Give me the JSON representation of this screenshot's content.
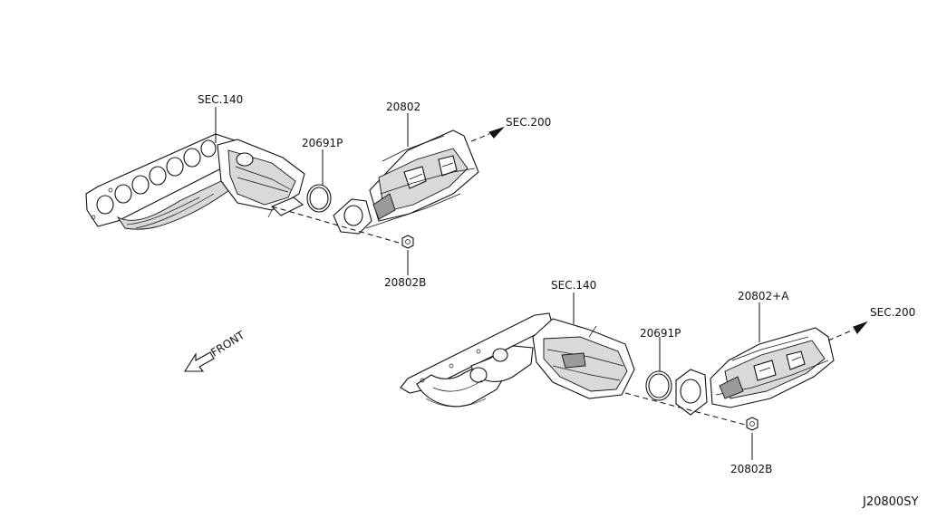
{
  "labels": {
    "upper": {
      "sec140": "SEC.140",
      "gasket": "20691P",
      "converter": "20802",
      "sec200": "SEC.200",
      "nut": "20802B"
    },
    "lower": {
      "sec140": "SEC.140",
      "gasket": "20691P",
      "converter": "20802+A",
      "sec200": "SEC.200",
      "nut": "20802B"
    },
    "front": "FRONT",
    "diagram_id": "J20800SY"
  }
}
